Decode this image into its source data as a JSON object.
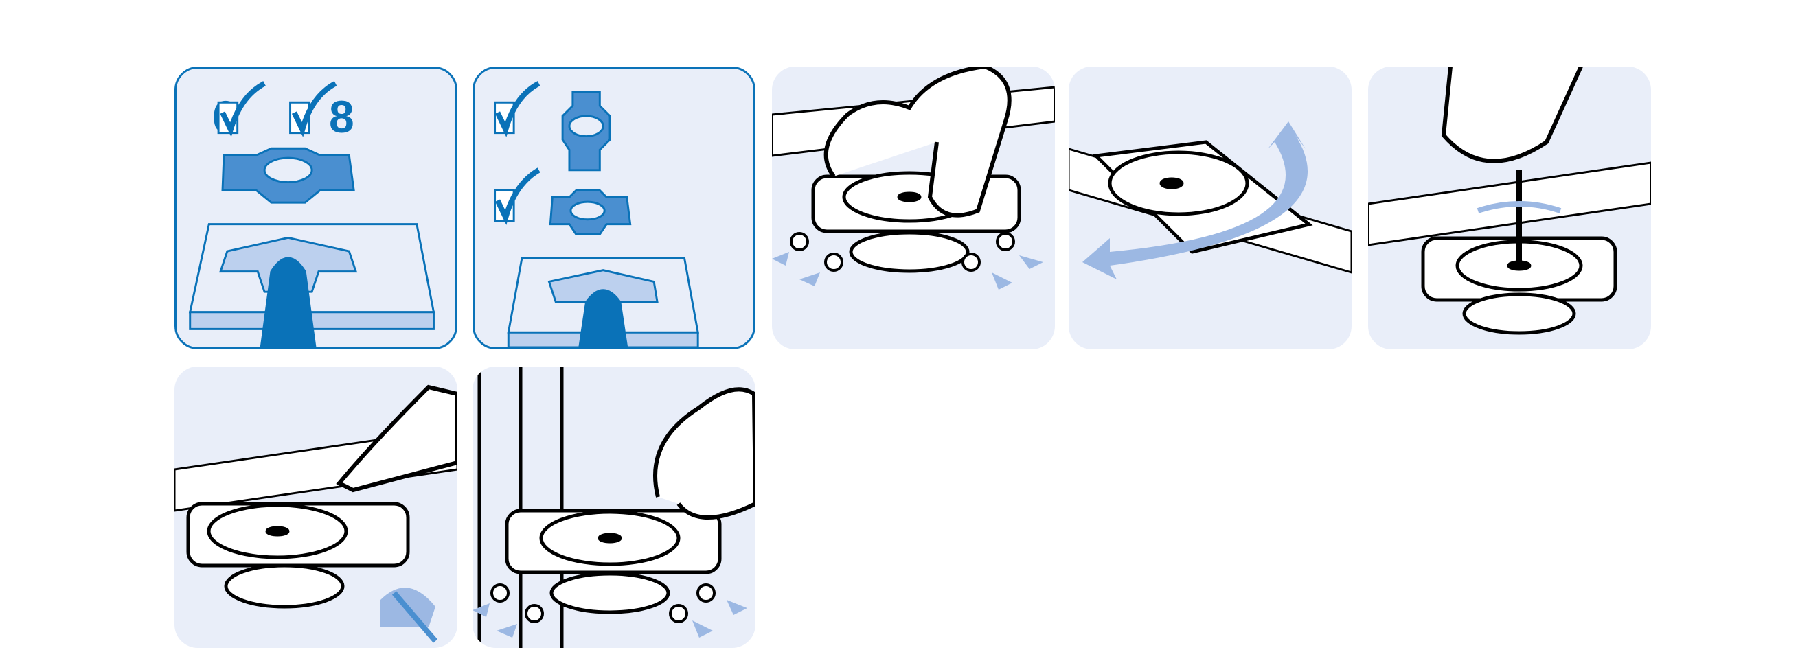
{
  "figure": {
    "description_labels": {
      "count_six": "6",
      "count_eight": "8"
    },
    "colors": {
      "accent": "#0a72b8",
      "panel_bg": "#e9eef9",
      "light_blue": "#9cb8e3",
      "mid_blue": "#4a8fd0"
    },
    "steps": [
      {
        "id": "step-1",
        "icons": [
          "checkbox-icon",
          "checkbox-icon",
          "nut-icon",
          "slot-icon"
        ]
      },
      {
        "id": "step-2",
        "icons": [
          "checkbox-icon",
          "checkbox-icon",
          "nut-icon",
          "nut-icon",
          "slot-icon"
        ]
      },
      {
        "id": "step-3",
        "icons": [
          "hand-icon",
          "clamp-icon",
          "screw-icon",
          "arrow-icon"
        ]
      },
      {
        "id": "step-4",
        "icons": [
          "clamp-icon",
          "rotate-arrow-icon"
        ]
      },
      {
        "id": "step-5",
        "icons": [
          "hand-icon",
          "screwdriver-icon",
          "clamp-icon"
        ]
      },
      {
        "id": "step-6",
        "icons": [
          "hand-icon",
          "clamp-icon",
          "no-rotate-icon"
        ]
      },
      {
        "id": "step-7",
        "icons": [
          "hand-icon",
          "clamp-icon",
          "screw-icon",
          "arrow-icon"
        ]
      }
    ]
  }
}
